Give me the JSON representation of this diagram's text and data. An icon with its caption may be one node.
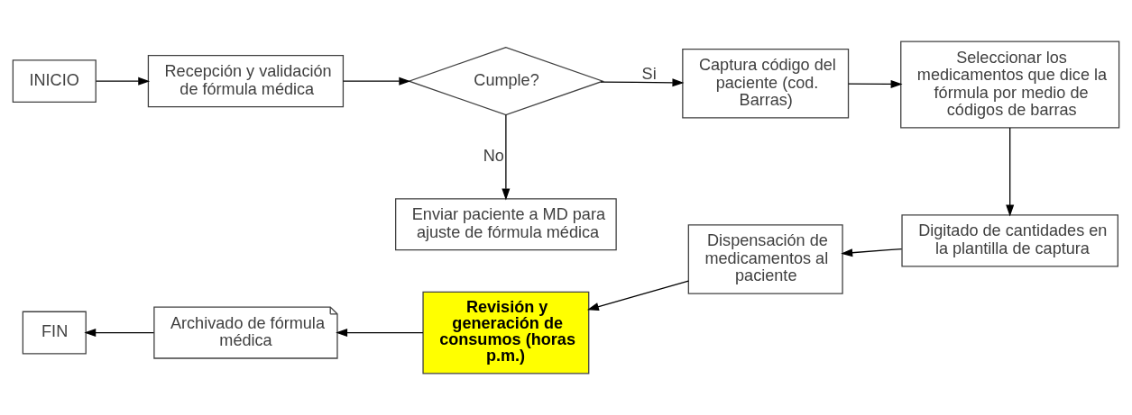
{
  "diagram": {
    "nodes": [
      {
        "text": [
          "INICIO"
        ]
      },
      {
        "text": [
          "Recepción y validación de fórmula médica"
        ]
      },
      {
        "text": [
          "Cumple?"
        ]
      },
      {
        "text": [
          "Enviar paciente a MD para ajuste de fórmula médica"
        ]
      },
      {
        "text": [
          "Captura código del paciente (cod. Barras)"
        ]
      },
      {
        "text": [
          "Seleccionar los medicamentos que dice la fórmula por medio de códigos de barras"
        ]
      },
      {
        "text": [
          "Digitado de cantidades en la plantilla de captura"
        ]
      },
      {
        "text": [
          "Dispensación de medicamentos al paciente"
        ]
      },
      {
        "text": [
          "Revisión y generación de consumos (horas p.m.)"
        ]
      },
      {
        "text": [
          "Archivado de fórmula médica"
        ]
      },
      {
        "text": [
          "FIN"
        ]
      }
    ],
    "edges": [
      {
        "from": 0,
        "to": 1,
        "arrow": "to"
      },
      {
        "from": 1,
        "to": 2,
        "arrow": "to"
      },
      {
        "from": 2,
        "to": 3,
        "arrow": "to",
        "label": "No"
      },
      {
        "from": 2,
        "to": 4,
        "arrow": "to",
        "label": "Si"
      },
      {
        "from": 4,
        "to": 5,
        "arrow": "to"
      },
      {
        "from": 5,
        "to": 6,
        "arrow": "to"
      },
      {
        "from": 6,
        "to": 7,
        "arrow": "to"
      },
      {
        "from": 7,
        "to": 8,
        "arrow": "to"
      },
      {
        "from": 8,
        "to": 9,
        "arrow": "to"
      },
      {
        "from": 9,
        "to": 10,
        "arrow": "to"
      }
    ]
  }
}
